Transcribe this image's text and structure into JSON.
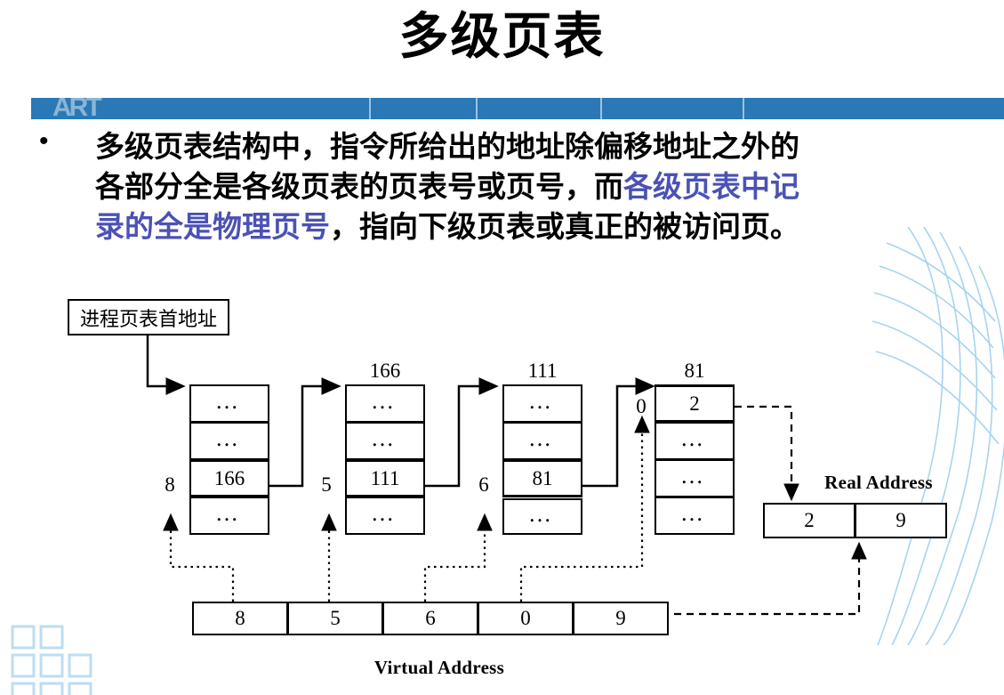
{
  "slide": {
    "title": "多级页表",
    "band": {
      "watermark": "ART",
      "color": "#2A78B5"
    }
  },
  "bullet": {
    "marker": "•",
    "line1_plain": "多级页表结构中，指令所给出的地址除偏移地址之外的",
    "line2_plain": "各部分全是各级页表的页表号或页号，而",
    "line2_highlight": "各级页表中记",
    "line3_highlight": "录的全是物理页号",
    "line3_plain": "，指向下级页表或真正的被访问页。",
    "highlight_color": "#4A52B5"
  },
  "diagram": {
    "source_box": {
      "label": "进程页表首地址"
    },
    "tables": [
      {
        "name": "page-table-1",
        "header": "",
        "index_label": "8",
        "rows": [
          "…",
          "…",
          "166",
          "…"
        ],
        "highlight_row": 2
      },
      {
        "name": "page-table-2",
        "header": "166",
        "index_label": "5",
        "rows": [
          "…",
          "…",
          "111",
          "…"
        ],
        "highlight_row": 2
      },
      {
        "name": "page-table-3",
        "header": "111",
        "index_label": "6",
        "rows": [
          "…",
          "…",
          "81",
          "…"
        ],
        "highlight_row": 2
      },
      {
        "name": "page-table-4",
        "header": "81",
        "index_label": "0",
        "rows": [
          "2",
          "…",
          "…",
          "…"
        ],
        "highlight_row": 0
      }
    ],
    "real_address": {
      "caption": "Real Address",
      "cells": [
        "2",
        "9"
      ]
    },
    "virtual_address": {
      "caption": "Virtual Address",
      "cells": [
        "8",
        "5",
        "6",
        "0",
        "9"
      ]
    }
  }
}
